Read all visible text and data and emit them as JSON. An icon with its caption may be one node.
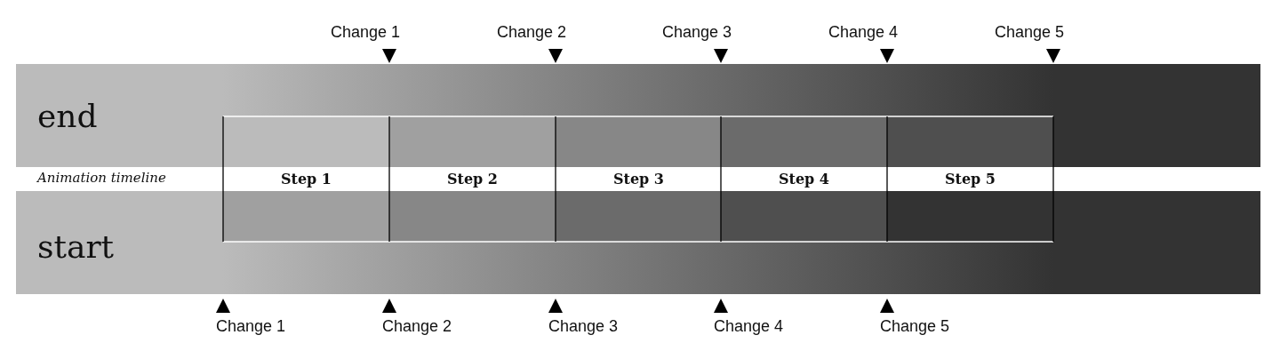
{
  "diagram": {
    "nodes": [
      {
        "text": [
          "end"
        ]
      },
      {
        "text": [
          "Step 1"
        ]
      },
      {
        "text": [
          "Step 2"
        ]
      },
      {
        "text": [
          "Step 3"
        ]
      },
      {
        "text": [
          "Step 4"
        ]
      },
      {
        "text": [
          "Step 5"
        ]
      },
      {
        "text": [
          "start"
        ]
      }
    ],
    "edges": [],
    "labels": [
      "Change 1",
      "Change 2",
      "Change 3",
      "Change 4",
      "Change 5",
      "Animation timeline",
      "Change 1",
      "Change 2",
      "Change 3",
      "Change 4",
      "Change 5"
    ]
  }
}
